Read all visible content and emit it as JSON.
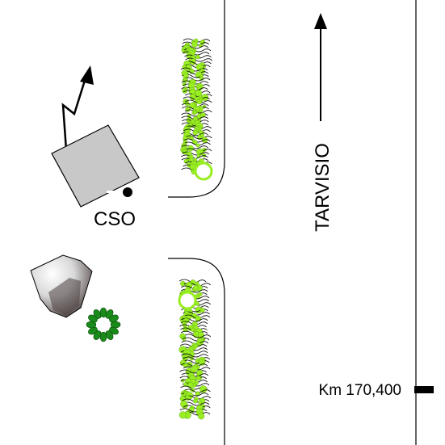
{
  "labels": {
    "station": "CSO",
    "direction": "TARVISIO",
    "kilometer": "Km 170,400"
  },
  "icons": [
    "antenna-zigzag-arrow-icon",
    "building-icon",
    "rock-icon",
    "bush-icon",
    "hedge-icon",
    "direction-arrow-icon",
    "km-marker-icon"
  ],
  "colors": {
    "building_fill": "#c8c8c8",
    "foliage_light": "#99ee22",
    "foliage_dark": "#1a8a1a",
    "line": "#000000"
  }
}
